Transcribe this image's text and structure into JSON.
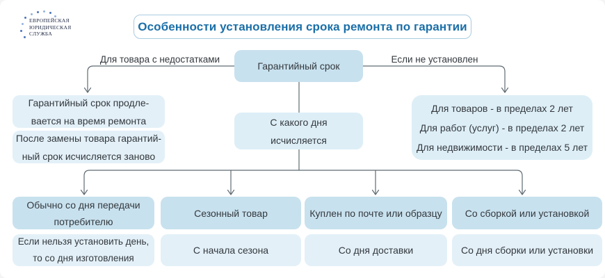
{
  "colors": {
    "accent": "#1b6fa8",
    "title_border": "#a9cbe0",
    "box_mid": "#c8e1ee",
    "box_soft": "#ddeef6",
    "box_light": "#e3f0f8",
    "line": "#5f6a72",
    "text": "#33383d",
    "logo_text": "#1e2742",
    "logo_dot": "#4a74b8"
  },
  "logo": {
    "lines": [
      "ЕВРОПЕЙСКАЯ",
      "ЮРИДИЧЕСКАЯ",
      "СЛУЖБА"
    ]
  },
  "title": "Особенности установления срока ремонта по гарантии",
  "diagram": {
    "root": "Гарантийный срок",
    "left": {
      "condition": "Для товара с недостатками",
      "box1": {
        "line1": "Гарантийный срок продле-",
        "line2": "вается на время ремонта"
      },
      "box2": {
        "line1": "После замены товара гарантий-",
        "line2": "ный срок исчисляется заново"
      }
    },
    "right": {
      "condition": "Если не установлен",
      "box": {
        "line1": "Для товаров - в пределах 2 лет",
        "line2": "Для работ (услуг) - в пределах 2 лет",
        "line3": "Для недвижимости - в пределах 5 лет"
      }
    },
    "center": {
      "line1": "С какого дня",
      "line2": "исчисляется"
    },
    "columns": [
      {
        "header_line1": "Обычно со дня передачи",
        "header_line2": "потребителю",
        "body_line1": "Если нельзя установить день,",
        "body_line2": "то со дня изготовления"
      },
      {
        "header_line1": "Сезонный товар",
        "body_line1": "С начала сезона"
      },
      {
        "header_line1": "Куплен по почте или образцу",
        "body_line1": "Со дня доставки"
      },
      {
        "header_line1": "Со сборкой или установкой",
        "body_line1": "Со дня сборки или установки"
      }
    ]
  }
}
